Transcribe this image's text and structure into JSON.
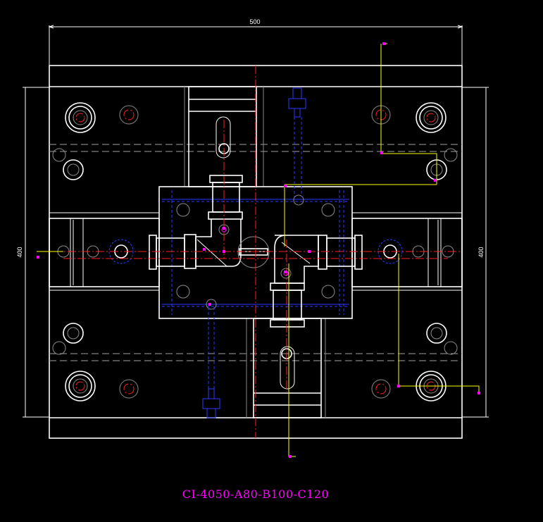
{
  "drawing": {
    "dimension_top": "500",
    "dimension_left": "400",
    "dimension_right": "400",
    "caption": "CI-4050-A80-B100-C120"
  },
  "colors": {
    "background": "#000000",
    "outline": "#ffffff",
    "centerline": "#ff2020",
    "hidden_line": "#2a3cff",
    "leader": "#ffff00",
    "caption": "#ff00ff"
  }
}
